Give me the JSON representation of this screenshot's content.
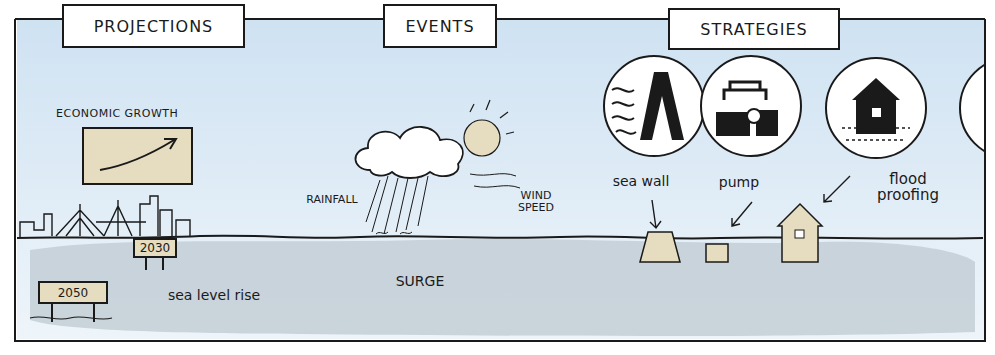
{
  "diagram": {
    "nodes": [
      {
        "text": [
          "PROJECTIONS"
        ]
      },
      {
        "text": [
          "EVENTS"
        ]
      },
      {
        "text": [
          "STRATEGIES"
        ]
      },
      {
        "text": [
          "ECONOMIC GROWTH"
        ]
      },
      {
        "text": [
          "2030"
        ]
      },
      {
        "text": [
          "2050"
        ]
      }
    ],
    "labels": [
      "RAINFALL",
      "WIND SPEED",
      "SURGE",
      "sea level rise",
      "sea wall",
      "pump",
      "flood proofing"
    ]
  }
}
